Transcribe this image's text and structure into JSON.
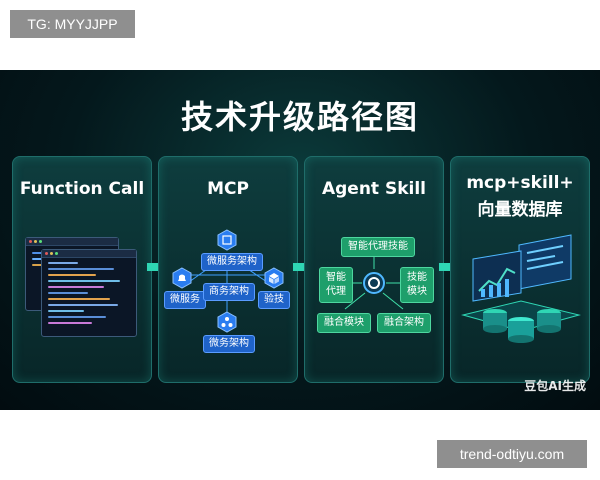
{
  "top_tag": "TG: MYYJJPP",
  "bottom_tag": "trend-odtiyu.com",
  "banner": {
    "title": "技术升级路径图",
    "logo_text": "豆包AI生成",
    "stages": [
      {
        "title": "Function Call"
      },
      {
        "title": "MCP"
      },
      {
        "title": "Agent Skill"
      },
      {
        "title_line1": "mcp+skill+",
        "title_line2": "向量数据库"
      }
    ],
    "mcp": {
      "top": "微服务架构",
      "left": "微服务",
      "center": "商务架构",
      "right": "验技",
      "bottom": "微务架构"
    },
    "skill": {
      "top": "智能代理技能",
      "left": "智能\n代理",
      "right": "技能\n模块",
      "bottom_left": "融合模块",
      "bottom_right": "融合架构"
    }
  }
}
